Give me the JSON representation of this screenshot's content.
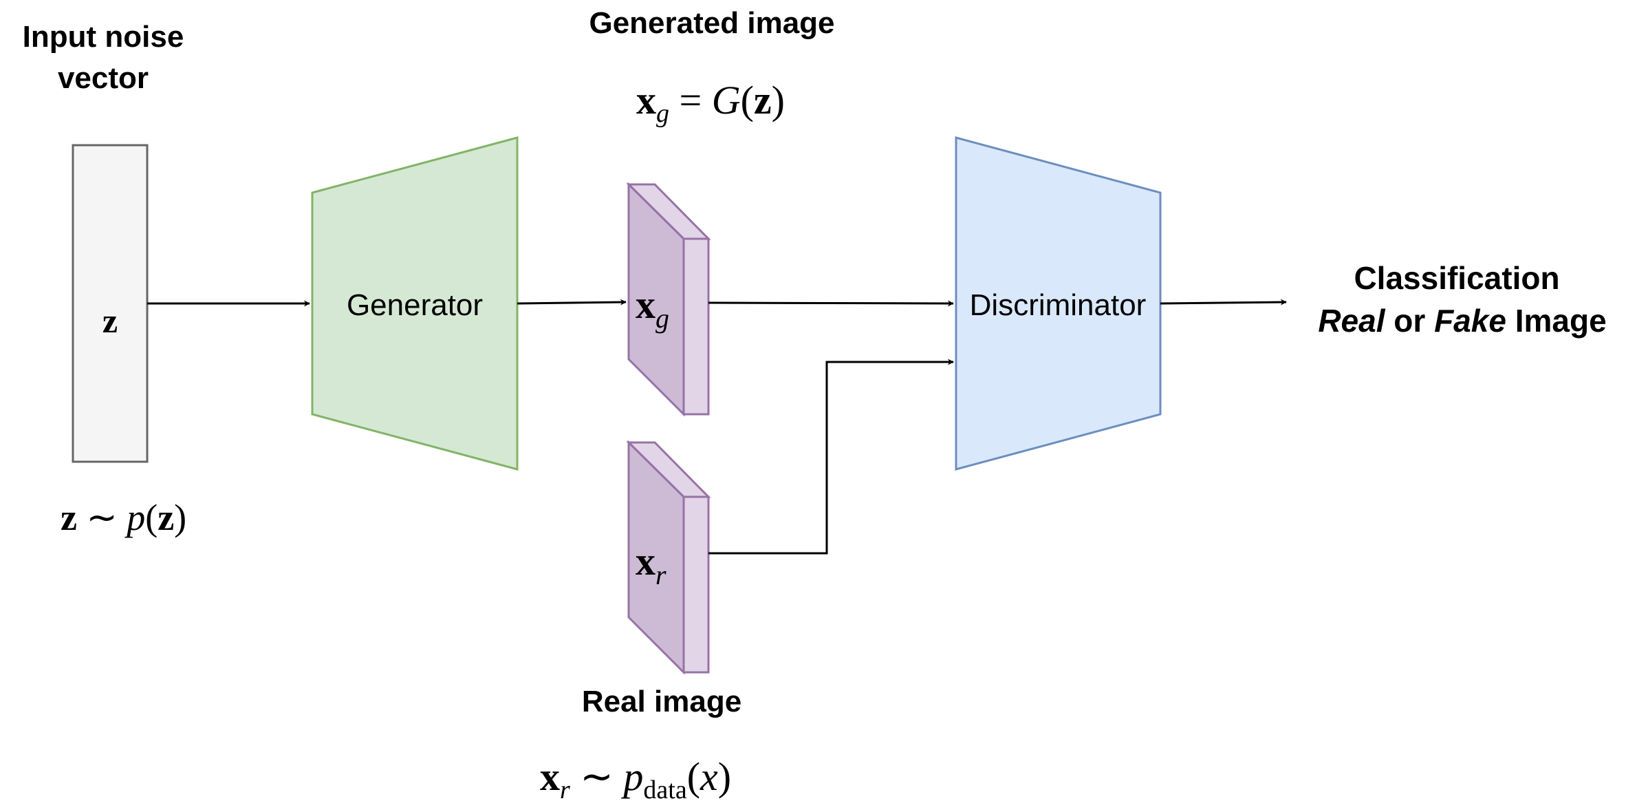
{
  "labels": {
    "input_noise_line1": "Input noise",
    "input_noise_line2": "vector",
    "generated_image": "Generated image",
    "real_image": "Real image",
    "classification_line1": "Classification",
    "classification_real": "Real",
    "classification_or": " or ",
    "classification_fake": "Fake",
    "classification_image": " Image"
  },
  "blocks": {
    "generator": "Generator",
    "discriminator": "Discriminator"
  },
  "math": {
    "z_symbol": "z",
    "z_dist": {
      "a": "z",
      "tilde": " ∼ ",
      "p": "p",
      "open": "(",
      "b": "z",
      "close": ")"
    },
    "xg_eq": {
      "x": "x",
      "sub": "g",
      "eq": " = ",
      "G": "G",
      "open": "(",
      "z": "z",
      "close": ")"
    },
    "xg_box": {
      "x": "x",
      "sub": "g"
    },
    "xr_box": {
      "x": "x",
      "sub": "r"
    },
    "xr_dist": {
      "x": "x",
      "sub": "r",
      "tilde": " ∼ ",
      "p": "p",
      "data": "data",
      "open": "(",
      "arg": "x",
      "close": ")"
    }
  },
  "colors": {
    "noise_fill": "#f5f5f5",
    "noise_stroke": "#666666",
    "generator_fill": "#d5e8d4",
    "generator_stroke": "#82b366",
    "image_fill": "#e1d5e7",
    "image_stroke": "#9673a6",
    "discriminator_fill": "#dae8fc",
    "discriminator_stroke": "#6c8ebf"
  }
}
